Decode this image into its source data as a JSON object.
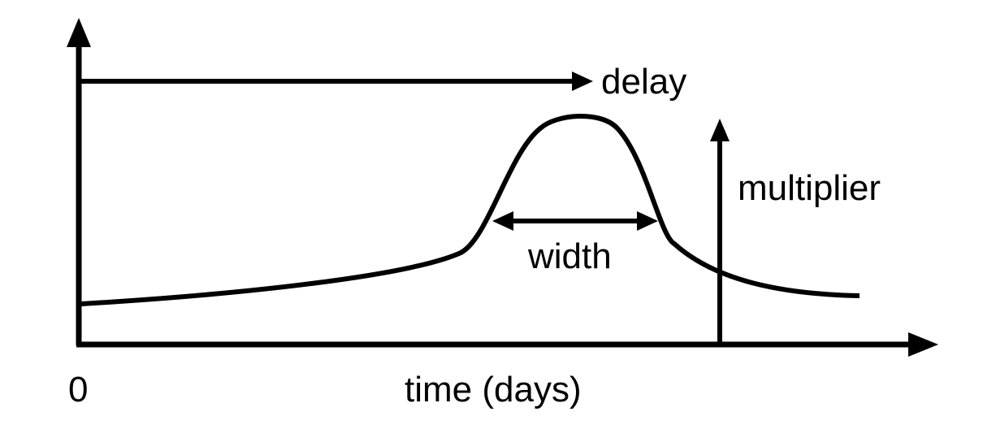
{
  "diagram": {
    "labels": {
      "delay": "delay",
      "multiplier": "multiplier",
      "width": "width",
      "origin": "0",
      "x_axis": "time (days)"
    },
    "colors": {
      "stroke": "#000000",
      "background": "#ffffff"
    }
  }
}
